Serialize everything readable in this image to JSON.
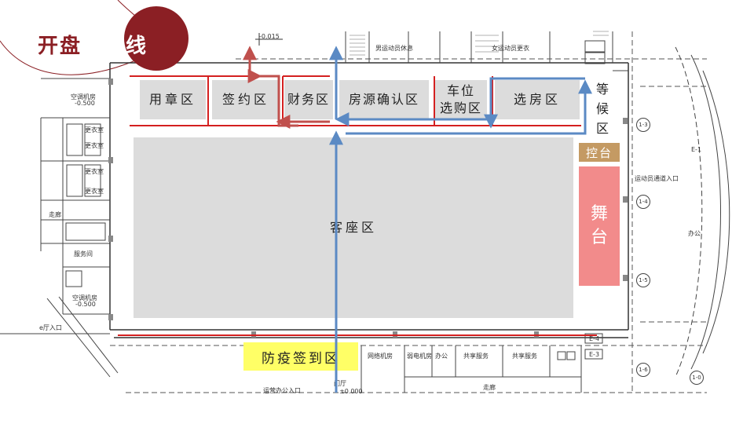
{
  "header": {
    "title_left": "开盘",
    "title_right": "动线"
  },
  "zones": {
    "seal_area": "用章区",
    "signing_area": "签约区",
    "finance_area": "财务区",
    "house_confirm_area": "房源确认区",
    "parking_area_line1": "车位",
    "parking_area_line2": "选购区",
    "house_select_area": "选房区",
    "waiting_line1": "等",
    "waiting_line2": "候",
    "waiting_line3": "区",
    "control_desk": "控台",
    "stage_line1": "舞",
    "stage_line2": "台",
    "seating_area": "客座区",
    "checkin_area": "防疫签到区"
  },
  "plan_labels": {
    "elev_top": "-0.015",
    "elev_bottom": "±0.000",
    "ac_room_top": "空调机房",
    "ac_room_top_elev": "-0.500",
    "ac_room_bottom": "空调机房",
    "ac_room_bottom_elev": "-0.500",
    "changing_1": "更衣室",
    "changing_2": "更衣室",
    "changing_3": "更衣室",
    "changing_4": "更衣室",
    "corridor_left": "走廊",
    "service": "服务间",
    "entrance_left": "e厅入口",
    "athlete_lounge": "男运动员休息",
    "athlete_lounge_2": "女运动员更衣",
    "office": "办公",
    "public_service_1": "共享服务",
    "public_service_2": "共享服务",
    "corridor_bottom": "走廊",
    "office_entrance": "运营办公入口",
    "athlete_entrance": "运动员通道入口",
    "office_right": "办公",
    "weak_room": "弱电机房",
    "network_room": "网络机房",
    "hall_bottom": "门厅",
    "axis_13": "1-3",
    "axis_14": "1-4",
    "axis_15": "1-5",
    "axis_16": "1-6",
    "axis_e4": "E-4",
    "axis_e3": "E-3",
    "axis_e1": "E-1",
    "axis_1": "1-0"
  },
  "colors": {
    "title_bg": "#8b1f24",
    "zone_gray": "#dcdcdc",
    "red_line": "#d42020",
    "red_arrow": "#c0504d",
    "blue_arrow": "#5b8ac4",
    "control_desk": "#c49a63",
    "stage": "#f28b8b",
    "checkin_highlight": "#ffff66"
  }
}
